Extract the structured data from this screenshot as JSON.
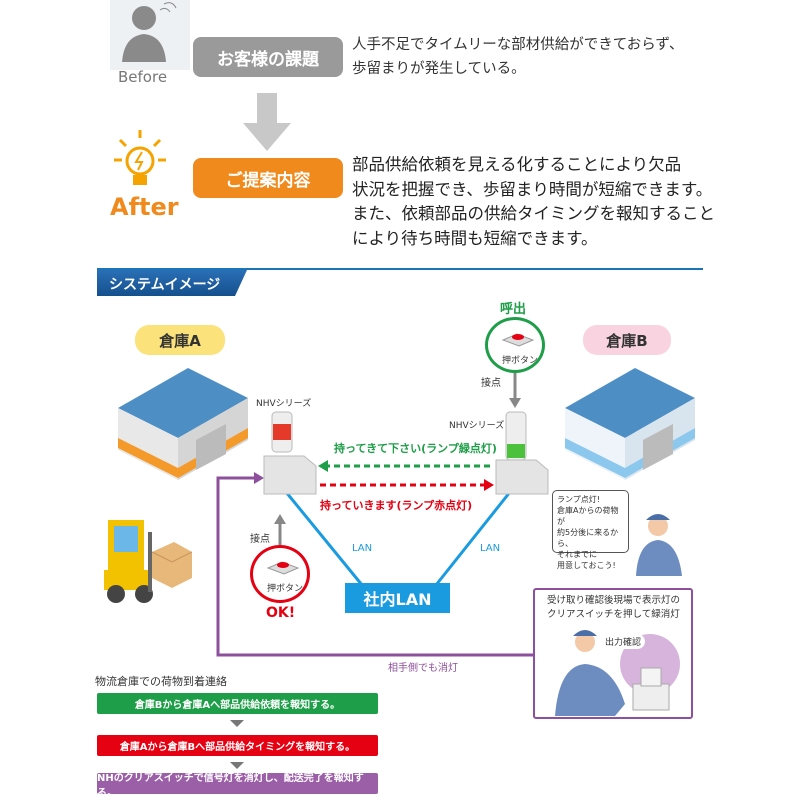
{
  "before": {
    "label": "Before",
    "pill": "お客様の課題",
    "text": [
      "人手不足でタイムリーな部材供給ができておらず、",
      "歩留まりが発生している。"
    ]
  },
  "after": {
    "label": "After",
    "pill": "ご提案内容",
    "text": [
      "部品供給依頼を見える化することにより欠品",
      "状況を把握でき、歩留まり時間が短縮できます。",
      "また、依頼部品の供給タイミングを報知すること",
      "により待ち時間も短縮できます。"
    ]
  },
  "section_title": "システムイメージ",
  "diagram": {
    "warehouse_a": "倉庫A",
    "warehouse_b": "倉庫B",
    "nhv_left": "NHVシリーズ",
    "nhv_right": "NHVシリーズ",
    "call": "呼出",
    "contact_right": "接点",
    "button_right": "押ボタン",
    "contact_left": "接点",
    "button_left": "押ボタン",
    "ok": "OK!",
    "green_msg": "持ってきて下さい(ランプ緑点灯)",
    "red_msg": "持っていきます(ランプ赤点灯)",
    "lan_left": "LAN",
    "lan_right": "LAN",
    "lan_box": "社内LAN",
    "purple_msg": "相手側でも消灯",
    "bubble": [
      "ランプ点灯!",
      "倉庫Aからの荷物が",
      "約5分後に来るから、",
      "それまでに",
      "用意しておこう!"
    ],
    "confirm_box": [
      "受け取り確認後現場で表示灯の",
      "クリアスイッチを押して緑消灯"
    ],
    "output_confirm": "出力確認"
  },
  "flow": {
    "title": "物流倉庫での荷物到着連絡",
    "steps": [
      "倉庫Bから倉庫Aへ部品供給依頼を報知する。",
      "倉庫Aから倉庫Bへ部品供給タイミングを報知する。",
      "NHのクリアスイッチで信号灯を消灯し、配送完了を報知する。"
    ]
  },
  "colors": {
    "orange": "#f08a1c",
    "gray": "#9a9a9a",
    "blue": "#1b75bb",
    "green": "#1e9e48",
    "red": "#e50012",
    "purple": "#8e4f9c",
    "lan": "#1a9be0"
  }
}
